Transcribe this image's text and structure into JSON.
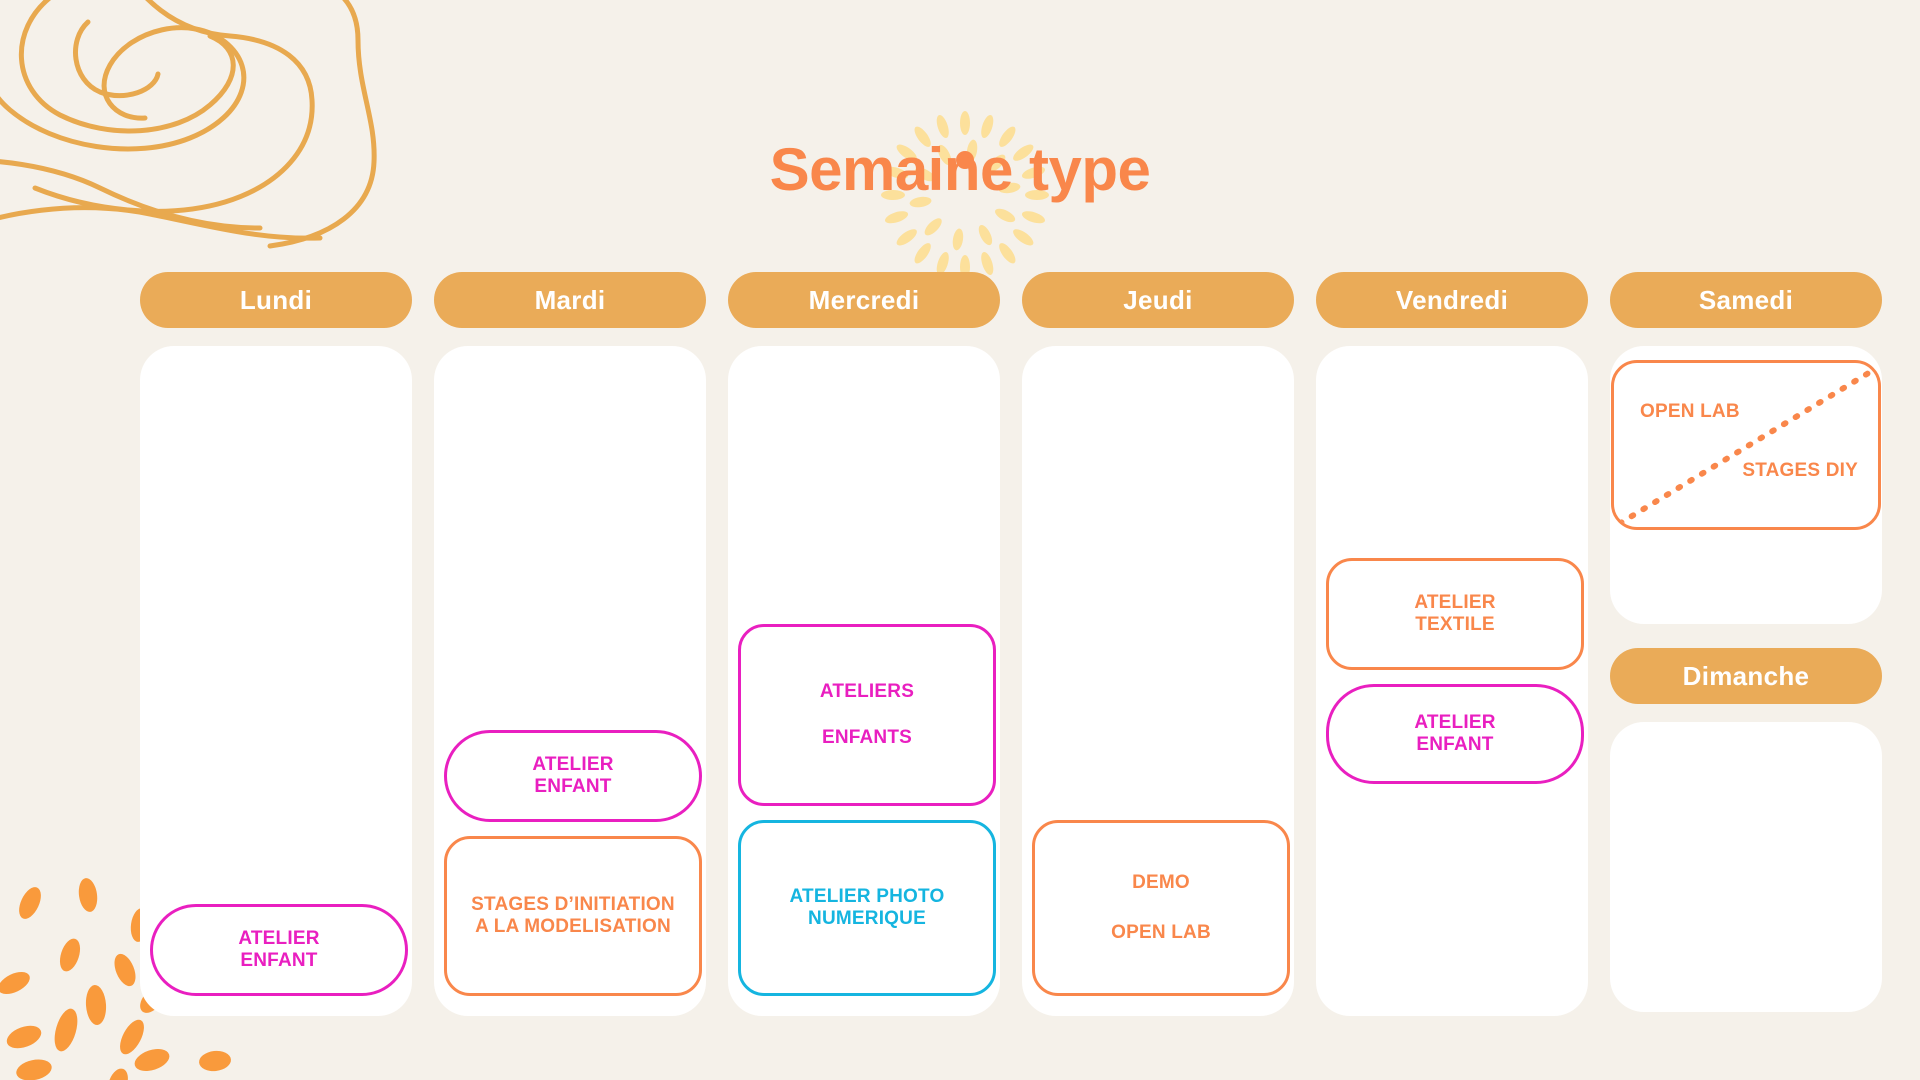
{
  "page": {
    "title": "Semaine type",
    "background_color": "#F5F1EA",
    "title_color": "#F9874B",
    "day_pill_color": "#EAAB58",
    "pink": "#E91FC0",
    "orange": "#F9874B",
    "cyan": "#15B5E0",
    "sunburst_color": "#FCE09B",
    "topo_color": "#E8A94F",
    "confetti_color": "#F99A3C"
  },
  "days": [
    {
      "name": "lundi",
      "label": "Lundi",
      "events": [
        {
          "id": "lundi-atelier-enfant",
          "color": "pink",
          "shape": "pill",
          "lines": [
            "ATELIER",
            "ENFANT"
          ]
        }
      ]
    },
    {
      "name": "mardi",
      "label": "Mardi",
      "events": [
        {
          "id": "mardi-atelier-enfant",
          "color": "pink",
          "shape": "pill",
          "lines": [
            "ATELIER",
            "ENFANT"
          ]
        },
        {
          "id": "mardi-stages-initiation",
          "color": "orange",
          "shape": "round",
          "lines": [
            "STAGES D’INITIATION",
            "A LA MODELISATION"
          ]
        }
      ]
    },
    {
      "name": "mercredi",
      "label": "Mercredi",
      "events": [
        {
          "id": "mercredi-ateliers-enfants",
          "color": "pink",
          "shape": "round",
          "lines": [
            "ATELIERS",
            "ENFANTS"
          ]
        },
        {
          "id": "mercredi-atelier-photo",
          "color": "cyan",
          "shape": "round",
          "lines": [
            "ATELIER PHOTO",
            "NUMERIQUE"
          ]
        }
      ]
    },
    {
      "name": "jeudi",
      "label": "Jeudi",
      "events": [
        {
          "id": "jeudi-demo-open-lab",
          "color": "orange",
          "shape": "round",
          "lines": [
            "DEMO",
            "OPEN LAB"
          ]
        }
      ]
    },
    {
      "name": "vendredi",
      "label": "Vendredi",
      "events": [
        {
          "id": "vendredi-atelier-textile",
          "color": "orange",
          "shape": "round",
          "lines": [
            "ATELIER",
            "TEXTILE"
          ]
        },
        {
          "id": "vendredi-atelier-enfant",
          "color": "pink",
          "shape": "pill",
          "lines": [
            "ATELIER",
            "ENFANT"
          ]
        }
      ]
    },
    {
      "name": "samedi",
      "label": "Samedi",
      "split_event": {
        "id": "samedi-open-lab-stages-diy",
        "color": "orange",
        "top_label": "OPEN LAB",
        "bottom_label": "STAGES DIY",
        "divider": "dotted-diagonal"
      }
    },
    {
      "name": "dimanche",
      "label": "Dimanche",
      "events": []
    }
  ]
}
